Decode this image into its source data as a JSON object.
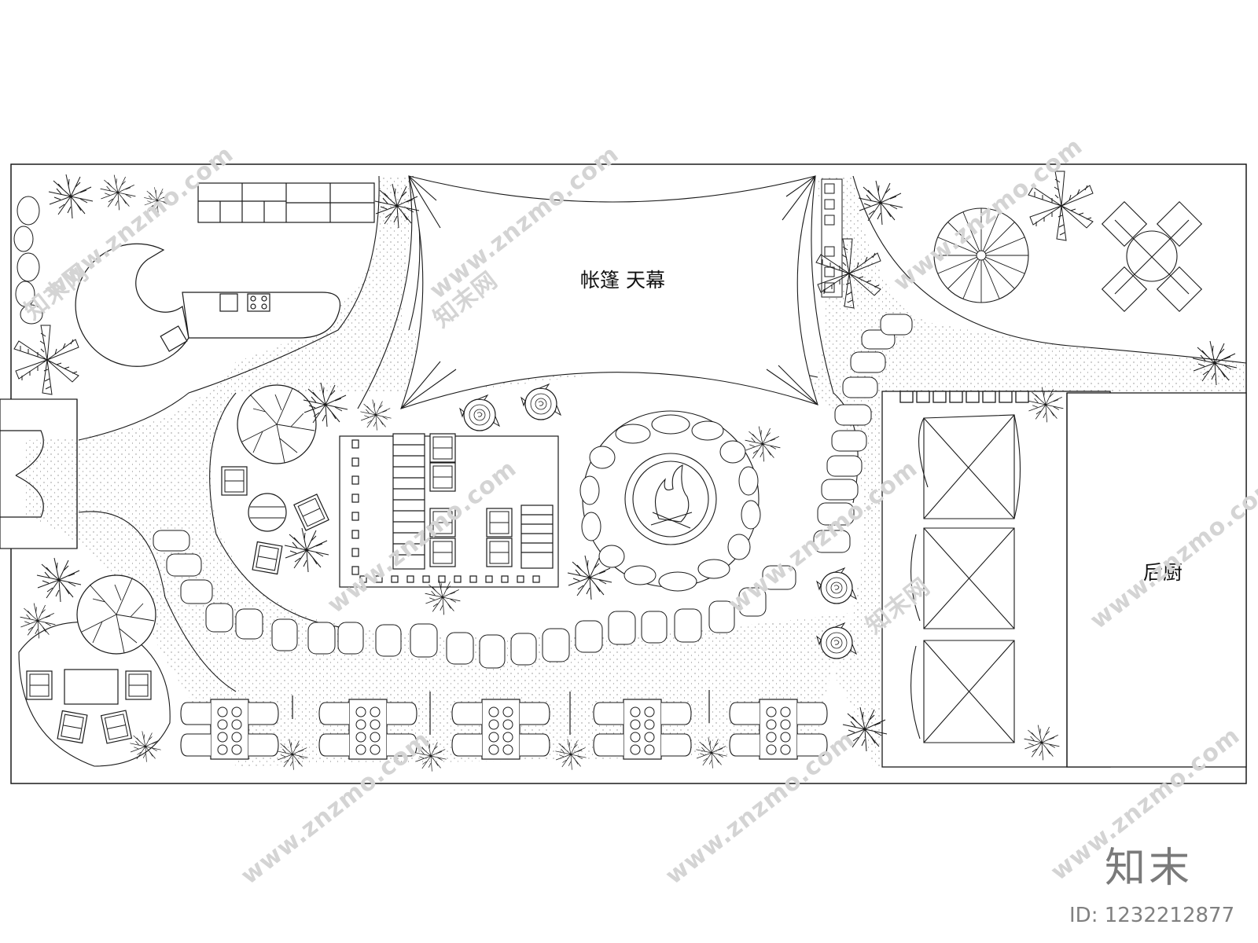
{
  "labels": {
    "tent_canopy": "帐篷 天幕",
    "back_kitchen": "后厨"
  },
  "watermark": {
    "url": "www.znzmo.com",
    "brand": "知末网"
  },
  "logo": "知末",
  "image_id": "ID: 1232212877",
  "colors": {
    "line": "#1a1a1a",
    "paving": "#8a8a8a",
    "watermark": "#d4d4d4"
  }
}
